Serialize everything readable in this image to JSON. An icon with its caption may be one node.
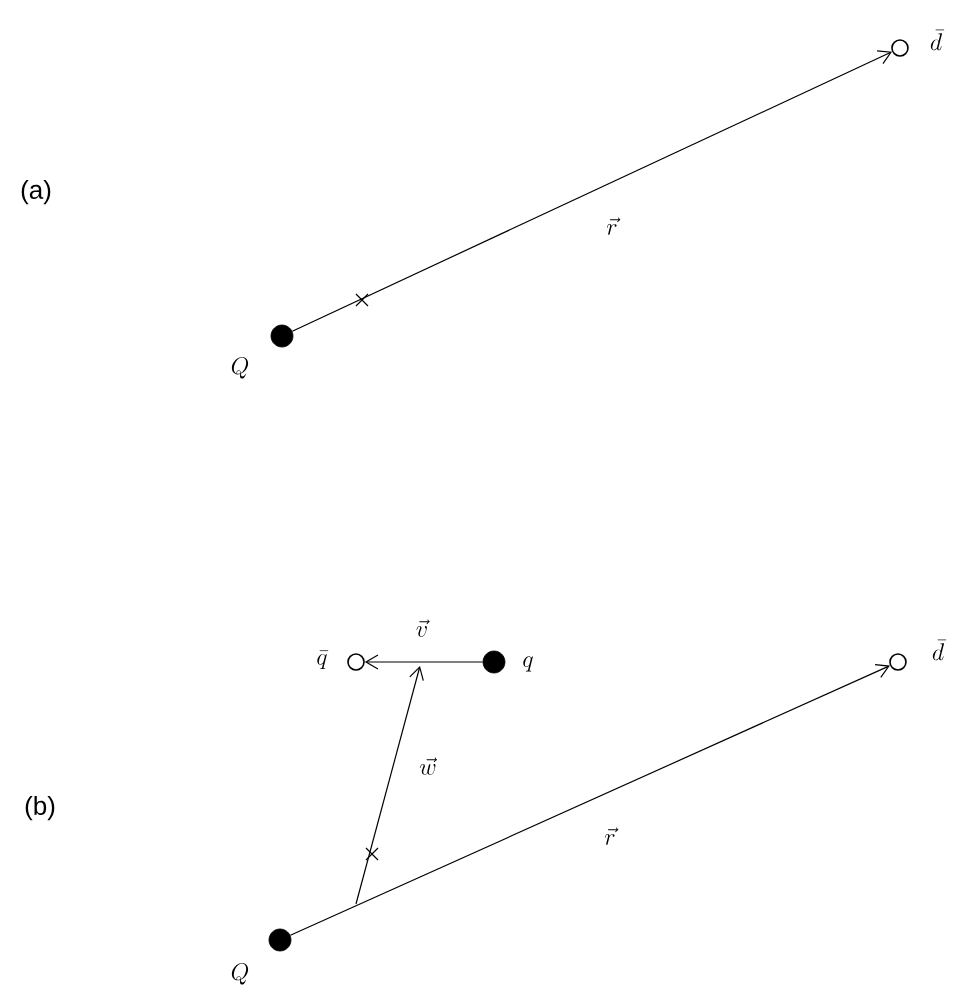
{
  "diagram": {
    "nodes": [
      {
        "text": [],
        "shape": "dot",
        "beside": [
          "Q"
        ]
      },
      {
        "text": [],
        "shape": "circle",
        "beside": [
          "\\bar{d}"
        ]
      },
      {
        "text": [],
        "shape": "dot",
        "beside": [
          "Q"
        ]
      },
      {
        "text": [],
        "shape": "circle",
        "beside": [
          "\\bar{d}"
        ]
      },
      {
        "text": [],
        "shape": "circle",
        "beside": [
          "\\bar{q}"
        ]
      },
      {
        "text": [],
        "shape": "dot",
        "beside": [
          "q"
        ]
      }
    ],
    "edges": [
      {
        "from": 0,
        "to": 1,
        "arrow": "to",
        "label": "\\vec{r}"
      },
      {
        "from": 2,
        "to": 3,
        "arrow": "to",
        "label": "\\vec{r}"
      },
      {
        "from": 5,
        "to": 4,
        "arrow": "to",
        "label": "\\vec{v}"
      }
    ],
    "labels": [
      "(a)",
      "(b)",
      "\\vec{w}"
    ]
  }
}
